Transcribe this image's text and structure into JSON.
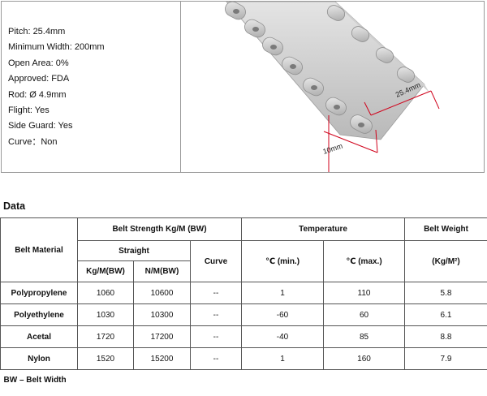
{
  "specs": [
    "Pitch: 25.4mm",
    "Minimum Width: 200mm",
    "Open Area: 0%",
    "Approved: FDA",
    "Rod: Ø 4.9mm",
    "Flight: Yes",
    "Side Guard: Yes",
    "Curve：Non"
  ],
  "diagram": {
    "dim_pitch": "25.4mm",
    "dim_height": "10mm",
    "dimension_color": "#d0021b"
  },
  "section_title": "Data",
  "table": {
    "header_material": "Belt Material",
    "header_strength": "Belt Strength  Kg/M  (BW)",
    "header_straight": "Straight",
    "header_curve": "Curve",
    "header_temperature": "Temperature",
    "header_weight": "Belt Weight",
    "sub_kgm": "Kg/M(BW)",
    "sub_nm": "N/M(BW)",
    "sub_min": "℃  (min.)",
    "sub_max": "℃  (max.)",
    "sub_weight_unit": "(Kg/M²)",
    "rows": [
      {
        "material": "Polypropylene",
        "kgm": "1060",
        "nm": "10600",
        "curve": "--",
        "tmin": "1",
        "tmax": "110",
        "weight": "5.8"
      },
      {
        "material": "Polyethylene",
        "kgm": "1030",
        "nm": "10300",
        "curve": "--",
        "tmin": "-60",
        "tmax": "60",
        "weight": "6.1"
      },
      {
        "material": "Acetal",
        "kgm": "1720",
        "nm": "17200",
        "curve": "--",
        "tmin": "-40",
        "tmax": "85",
        "weight": "8.8"
      },
      {
        "material": "Nylon",
        "kgm": "1520",
        "nm": "15200",
        "curve": "--",
        "tmin": "1",
        "tmax": "160",
        "weight": "7.9"
      }
    ],
    "footnote": "BW – Belt Width"
  }
}
